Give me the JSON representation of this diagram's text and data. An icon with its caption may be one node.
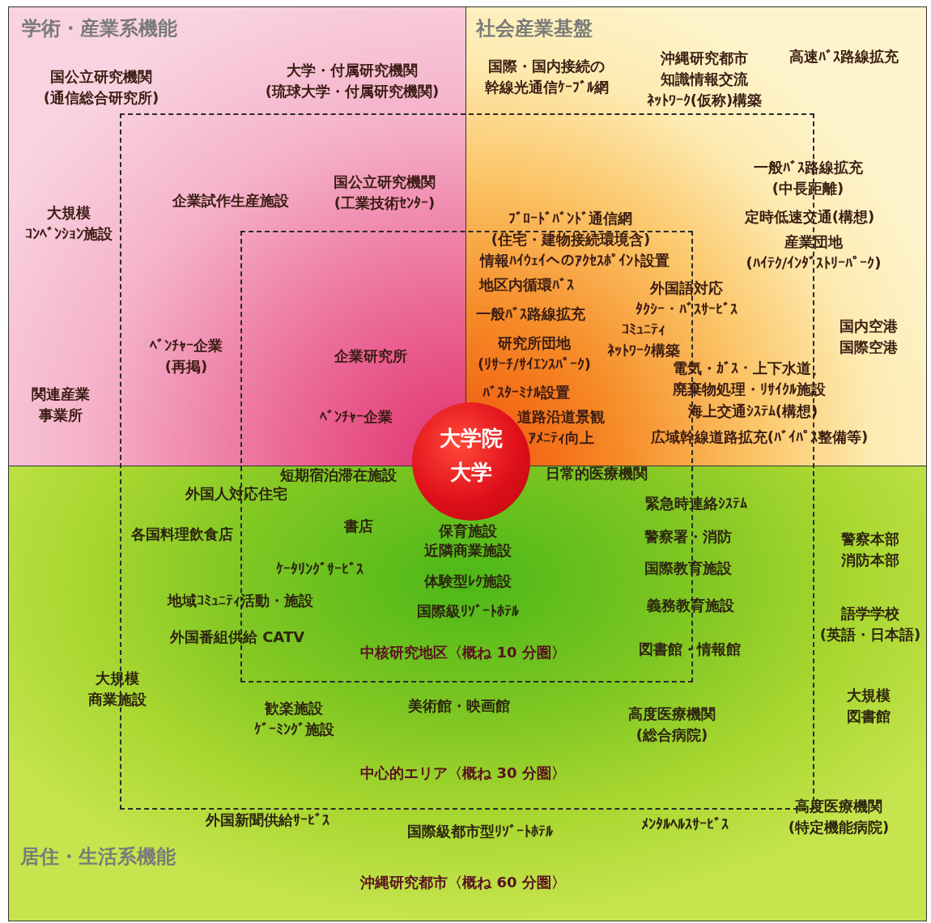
{
  "diagram": {
    "nodes": [
      {
        "text": [
          "学術・産業系機能"
        ]
      },
      {
        "text": [
          "社会産業基盤"
        ]
      },
      {
        "text": [
          "居住・生活系機能"
        ]
      },
      {
        "text": [],
        "shape": "box"
      },
      {
        "text": [],
        "shape": "box",
        "in": 3
      },
      {
        "text": [
          "大学院",
          "大学"
        ],
        "in": 4
      }
    ],
    "labels": [
      "国公立研究機関(通信総合研究所)",
      "大学・付属研究機関(琉球大学・付属研究機関)",
      "国際・国内接続の幹線光通信ｹｰﾌﾞﾙ網",
      "沖縄研究都市知識情報交流ﾈｯﾄﾜｰｸ(仮称)構築",
      "高速ﾊﾞｽ路線拡充",
      "一般ﾊﾞｽ路線拡充(中長距離)",
      "企業試作生産施設",
      "国公立研究機関(工業技術ｾﾝﾀｰ)",
      "大規模ｺﾝﾍﾞﾝｼｮﾝ施設",
      "定時低速交通(構想)",
      "ﾌﾞﾛｰﾄﾞﾊﾞﾝﾄﾞ通信網(住宅・建物接続環境含)",
      "産業団地(ﾊｲﾃｸ/ｲﾝﾀﾞｽﾄﾘｰﾊﾟｰｸ)",
      "情報ﾊｲｳｪｲへのｱｸｾｽﾎﾟｲﾝﾄ設置",
      "地区内循環ﾊﾞｽ",
      "外国語対応ﾀｸｼｰ・ﾊﾞｽｻｰﾋﾞｽ",
      "一般ﾊﾞｽ路線拡充",
      "国内空港国際空港",
      "ｺﾐｭﾆﾃｨﾈｯﾄﾜｰｸ構築",
      "ﾍﾞﾝﾁｬｰ企業(再掲)",
      "企業研究所",
      "研究所団地(ﾘｻｰﾁ/ｻｲｴﾝｽﾊﾟｰｸ)",
      "電気・ｶﾞｽ・上下水道、廃棄物処理・ﾘｻｲｸﾙ施設",
      "関連産業事業所",
      "ﾊﾞｽﾀｰﾐﾅﾙ設置",
      "海上交通ｼｽﾃﾑ(構想)",
      "ﾍﾞﾝﾁｬｰ企業",
      "道路沿道景観ｱﾒﾆﾃｨ向上",
      "広域幹線道路拡充(ﾊﾞｲﾊﾟｽ整備等)",
      "短期宿泊滞在施設",
      "日常的医療機関",
      "外国人対応住宅",
      "緊急時連絡ｼｽﾃﾑ",
      "書店",
      "保育施設",
      "各国料理飲食店",
      "警察署・消防",
      "警察本部消防本部",
      "近隣商業施設",
      "ｹｰﾀﾘﾝｸﾞｻｰﾋﾞｽ",
      "国際教育施設",
      "体験型ﾚｸ施設",
      "地域ｺﾐｭﾆﾃｨ活動・施設",
      "義務教育施設",
      "国際級ﾘｿﾞｰﾄﾎﾃﾙ",
      "語学学校(英語・日本語)",
      "外国番組供給 CATV",
      "中核研究地区〈概ね 10 分圏〉",
      "図書館・情報館",
      "大規模商業施設",
      "大規模図書館",
      "歓楽施設ｹﾞｰﾐﾝｸﾞ施設",
      "美術館・映画館",
      "高度医療機関(総合病院)",
      "中心的エリア〈概ね 30 分圏〉",
      "高度医療機関(特定機能病院)",
      "外国新聞供給ｻｰﾋﾞｽ",
      "国際級都市型ﾘｿﾞｰﾄﾎﾃﾙ",
      "ﾒﾝﾀﾙﾍﾙｽｻｰﾋﾞｽ",
      "沖縄研究都市〈概ね 60 分圏〉"
    ]
  }
}
